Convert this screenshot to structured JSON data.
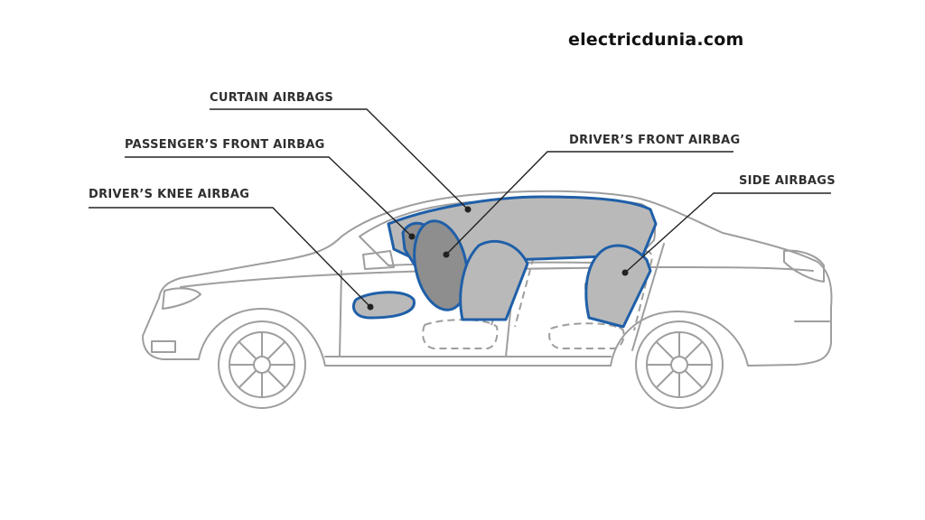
{
  "site": {
    "watermark": "electricdunia.com"
  },
  "labels": {
    "curtain": "CURTAIN AIRBAGS",
    "passenger_front": "PASSENGER’S FRONT AIRBAG",
    "driver_front": "DRIVER’S FRONT AIRBAG",
    "driver_knee": "DRIVER’S KNEE AIRBAG",
    "side": "SIDE AIRBAGS"
  },
  "colors": {
    "outline": "#9e9e9e",
    "airbag_stroke": "#1f5fa8",
    "airbag_fill": "#b9b9b9",
    "airbag_dark": "#8e8e8e",
    "leader": "#222222",
    "text": "#2f2f2f"
  }
}
